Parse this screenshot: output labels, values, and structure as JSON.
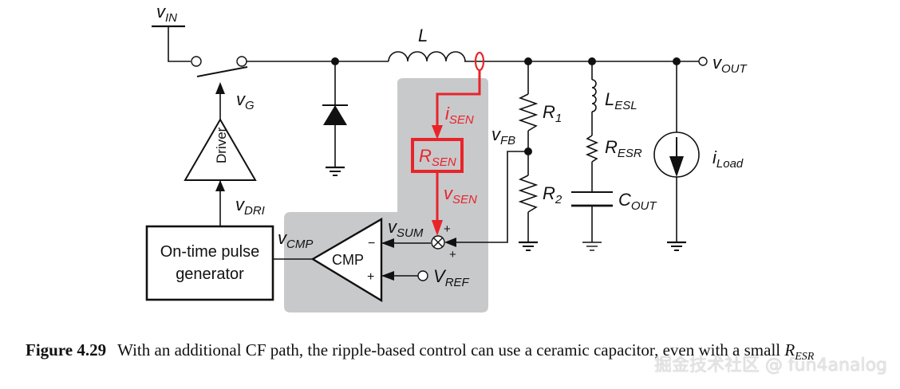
{
  "labels": {
    "vin": "v",
    "vin_sub": "IN",
    "L": "L",
    "vg": "v",
    "vg_sub": "G",
    "driver": "Driver",
    "vdri": "v",
    "vdri_sub": "DRI",
    "isen": "i",
    "isen_sub": "SEN",
    "rsen": "R",
    "rsen_sub": "SEN",
    "vsen": "v",
    "vsen_sub": "SEN",
    "vfb": "v",
    "vfb_sub": "FB",
    "r1": "R",
    "r1_sub": "1",
    "r2": "R",
    "r2_sub": "2",
    "lesl": "L",
    "lesl_sub": "ESL",
    "resr": "R",
    "resr_sub": "ESR",
    "cout": "C",
    "cout_sub": "OUT",
    "iload": "i",
    "iload_sub": "Load",
    "vout": "v",
    "vout_sub": "OUT",
    "vsum": "v",
    "vsum_sub": "SUM",
    "vcmp": "v",
    "vcmp_sub": "CMP",
    "cmp": "CMP",
    "vref": "V",
    "vref_sub": "REF",
    "minus": "−",
    "plus": "+",
    "pulse_gen_line1": "On-time pulse",
    "pulse_gen_line2": "generator"
  },
  "caption": {
    "figure": "Figure 4.29",
    "text": "With an additional CF path, the ripple-based control can use a ceramic capacitor, even with a small ",
    "resr": "R",
    "resr_sub": "ESR"
  },
  "watermark": "掘金技术社区 @ fun4analog",
  "colors": {
    "accent": "#e8242a",
    "shade": "#c8c9cb",
    "line": "#111111"
  }
}
